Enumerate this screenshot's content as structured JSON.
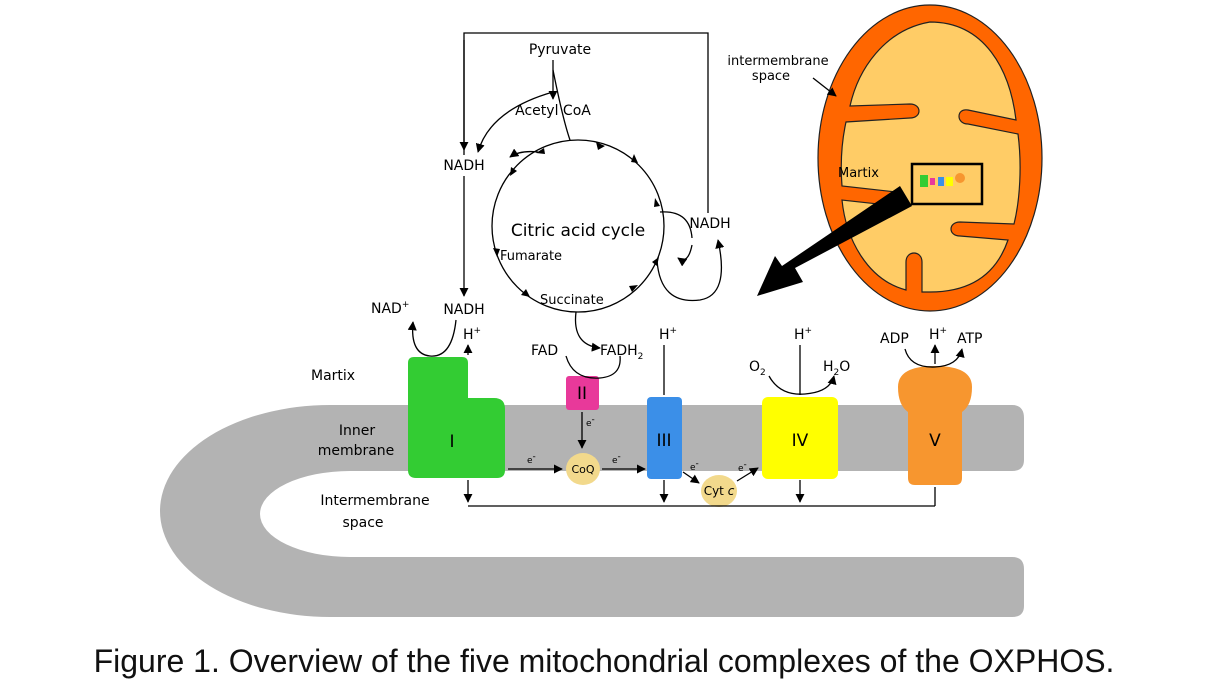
{
  "caption": "Figure 1. Overview of the five mitochondrial complexes of the OXPHOS.",
  "colors": {
    "membrane": "#b3b3b3",
    "complex_I": "#33cc33",
    "complex_II": "#e8399a",
    "complex_III": "#3b8fe8",
    "complex_IV": "#ffff00",
    "complex_V": "#f7962f",
    "carrier": "#f2d98c",
    "mito_outer": "#ff6600",
    "mito_inner": "#ffcc66"
  },
  "cycle": {
    "title": "Citric acid cycle",
    "pyruvate": "Pyruvate",
    "acetyl_coa": "Acetyl CoA",
    "nadh_left": "NADH",
    "nadh_right": "NADH",
    "fumarate": "Fumarate",
    "succinate": "Succinate",
    "nadh_bottom": "NADH",
    "nad_plus": "NAD",
    "nad_sup": "+"
  },
  "regions": {
    "matrix": "Martix",
    "inner_membrane_1": "Inner",
    "inner_membrane_2": "membrane",
    "intermembrane_1": "Intermembrane",
    "intermembrane_2": "space"
  },
  "complexes": {
    "I": "I",
    "II": "II",
    "III": "III",
    "IV": "IV",
    "V": "V"
  },
  "carriers": {
    "coq": "CoQ",
    "cytc_prefix": "Cyt ",
    "cytc_italic": "c"
  },
  "labels": {
    "h_plus": "H",
    "plus": "+",
    "fad": "FAD",
    "fadh": "FADH",
    "sub2": "2",
    "o": "O",
    "h": "H",
    "o_suffix": "O",
    "adp": "ADP",
    "atp": "ATP",
    "electron": "e",
    "electron_sup": "-"
  },
  "mitochondrion": {
    "intermembrane_1": "intermembrane",
    "intermembrane_2": "space",
    "matrix": "Martix"
  }
}
